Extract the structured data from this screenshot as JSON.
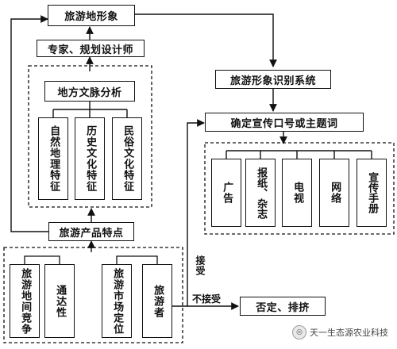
{
  "nodes": {
    "image": "旅游地形象",
    "experts": "专家、规划设计师",
    "context": "地方文脉分析",
    "nature": "自然地理特征",
    "history": "历史文化特征",
    "folk": "民俗文化特征",
    "product": "旅游产品特点",
    "competition": "旅游地间竞争",
    "access": "通达性",
    "market": "旅游市场定位",
    "tourist": "旅游者",
    "identity": "旅游形象识别系统",
    "slogan": "确定宣传口号或主题词",
    "ad": "广告",
    "press": "报纸、杂志",
    "tv": "电视",
    "web": "网络",
    "brochure": "宣传手册",
    "reject": "否定、排挤"
  },
  "labels": {
    "accept": "接受",
    "not_accept": "不接受"
  },
  "watermark": {
    "text": "天一生态源农业科技",
    "icon": "wechat-icon"
  }
}
